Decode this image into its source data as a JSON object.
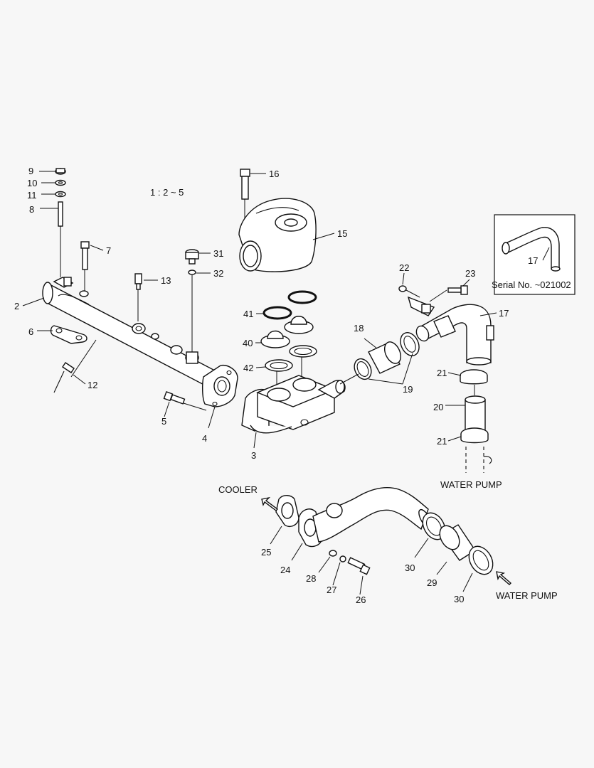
{
  "scale_note": "1 : 2 ~ 5",
  "inset_caption": "Serial No. ~021002",
  "inset_part": "17",
  "flow_labels": {
    "water_pump_upper": "WATER PUMP",
    "cooler": "COOLER",
    "water_pump_lower": "WATER PUMP"
  },
  "callouts": [
    "9",
    "10",
    "11",
    "8",
    "7",
    "13",
    "31",
    "32",
    "16",
    "15",
    "2",
    "6",
    "12",
    "5",
    "4",
    "3",
    "41",
    "40",
    "42",
    "18",
    "19",
    "22",
    "23",
    "17",
    "21",
    "20",
    "21",
    "25",
    "24",
    "28",
    "27",
    "26",
    "30",
    "29",
    "30"
  ]
}
